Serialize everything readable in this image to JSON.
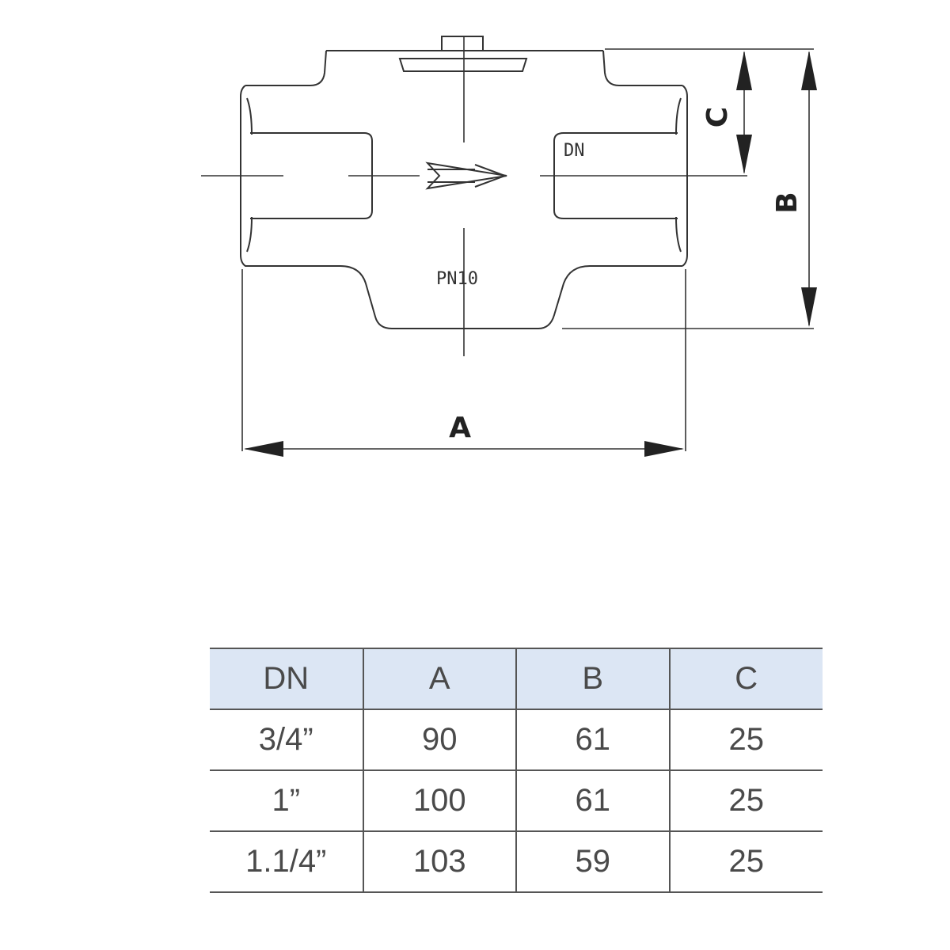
{
  "drawing": {
    "dimension_labels": {
      "a": "A",
      "b": "B",
      "c": "C"
    },
    "body_markings": {
      "dn": "DN",
      "pressure": "PN10"
    },
    "colors": {
      "line": "#333333",
      "arrow_fill": "#222222"
    }
  },
  "table": {
    "columns": [
      "DN",
      "A",
      "B",
      "C"
    ],
    "rows": [
      [
        "3/4”",
        "90",
        "61",
        "25"
      ],
      [
        "1”",
        "100",
        "61",
        "25"
      ],
      [
        "1.1/4”",
        "103",
        "59",
        "25"
      ]
    ],
    "colors": {
      "header_bg": "#dce6f4",
      "border": "#555555",
      "text": "#4a4a4a"
    }
  }
}
